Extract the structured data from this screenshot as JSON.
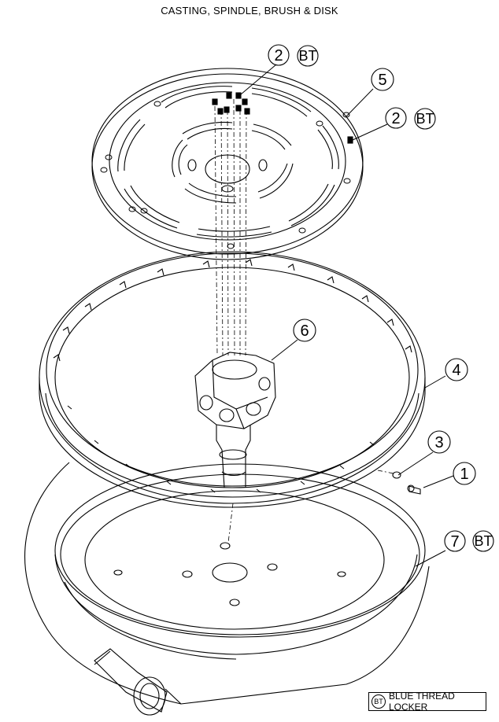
{
  "title": "CASTING, SPINDLE, BRUSH & DISK",
  "callouts": [
    {
      "number": "1"
    },
    {
      "number": "2",
      "tag": "BT"
    },
    {
      "number": "2",
      "tag": "BT"
    },
    {
      "number": "3"
    },
    {
      "number": "4"
    },
    {
      "number": "5"
    },
    {
      "number": "6"
    },
    {
      "number": "7",
      "tag": "BT"
    }
  ],
  "legend": {
    "badge": "BT",
    "text": "BLUE THREAD LOCKER"
  },
  "colors": {
    "line": "#000000",
    "background": "#ffffff"
  }
}
